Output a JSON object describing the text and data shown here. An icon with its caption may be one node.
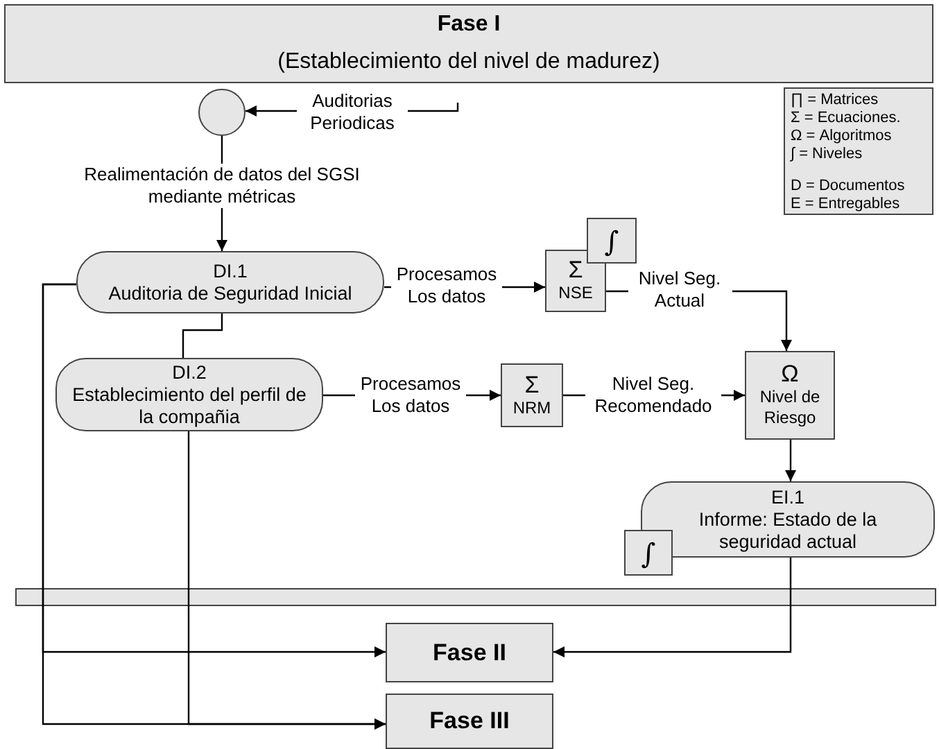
{
  "diagram": {
    "nodes": [
      {
        "text": [
          "Fase I",
          "(Establecimiento del nivel de madurez)"
        ]
      },
      {
        "text": [],
        "shape": "circle"
      },
      {
        "text": [
          "∏ = Matrices",
          "Σ = Ecuaciones.",
          "Ω = Algoritmos",
          "∫ = Niveles",
          "D = Documentos",
          "E = Entregables"
        ]
      },
      {
        "text": [
          "DI.1",
          "Auditoria de Seguridad Inicial"
        ]
      },
      {
        "text": [
          "Σ",
          "NSE"
        ]
      },
      {
        "text": [
          "∫"
        ]
      },
      {
        "text": [
          "DI.2",
          "Establecimiento del perfil de la compañia"
        ]
      },
      {
        "text": [
          "Σ",
          "NRM"
        ]
      },
      {
        "text": [
          "Ω",
          "Nivel de Riesgo"
        ]
      },
      {
        "text": [
          "EI.1",
          "Informe: Estado de la seguridad actual"
        ]
      },
      {
        "text": [
          "∫"
        ]
      },
      {
        "text": [
          "Fase II"
        ]
      },
      {
        "text": [
          "Fase III"
        ]
      }
    ],
    "edges": [
      {
        "from": null,
        "to": 1,
        "arrow": "to",
        "label": "Auditorias Periodicas"
      },
      {
        "from": 1,
        "to": 3,
        "arrow": "to",
        "label": "Realimentación de datos del SGSI mediante métricas"
      },
      {
        "from": 3,
        "to": 4,
        "arrow": "to",
        "label": "Procesamos Los datos"
      },
      {
        "from": 4,
        "to": 8,
        "arrow": "to",
        "label": "Nivel Seg. Actual"
      },
      {
        "from": 3,
        "to": 6,
        "arrow": "none"
      },
      {
        "from": 6,
        "to": 7,
        "arrow": "to",
        "label": "Procesamos Los datos"
      },
      {
        "from": 7,
        "to": 8,
        "arrow": "to",
        "label": "Nivel Seg. Recomendado"
      },
      {
        "from": 8,
        "to": 9,
        "arrow": "to"
      },
      {
        "from": 9,
        "to": 11,
        "arrow": "to"
      },
      {
        "from": 3,
        "to": 11,
        "arrow": "to"
      },
      {
        "from": 3,
        "to": 12,
        "arrow": "to"
      },
      {
        "from": 6,
        "to": 12,
        "arrow": "to"
      }
    ]
  }
}
